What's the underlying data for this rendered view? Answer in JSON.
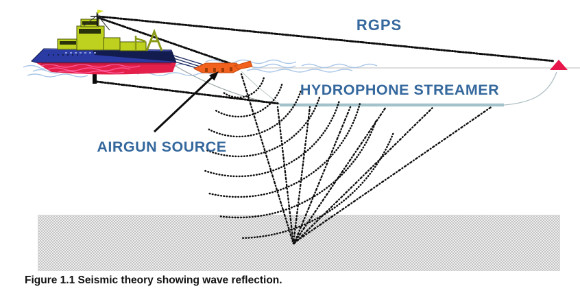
{
  "figure": {
    "caption": "Figure 1.1 Seismic theory showing wave reflection.",
    "labels": {
      "rgps": "RGPS",
      "hydrophone_streamer": "HYDROPHONE STREAMER",
      "airgun_source": "AIRGUN SOURCE"
    },
    "colors": {
      "label_blue": "#35689d",
      "buoy_red": "#e8174b",
      "airgun_orange": "#f2611d",
      "airgun_orange_dark": "#c74a10",
      "streamer_teal": "#a3c3ca",
      "hull_blue": "#2b3ba4",
      "hull_navy": "#131c4e",
      "hull_red": "#e31f4a",
      "superstructure_lime": "#bfd11f",
      "wave_blue": "#a9c6e8",
      "seabed_gray": "#c3c3c3",
      "ray_black": "#0e0e0e"
    }
  }
}
